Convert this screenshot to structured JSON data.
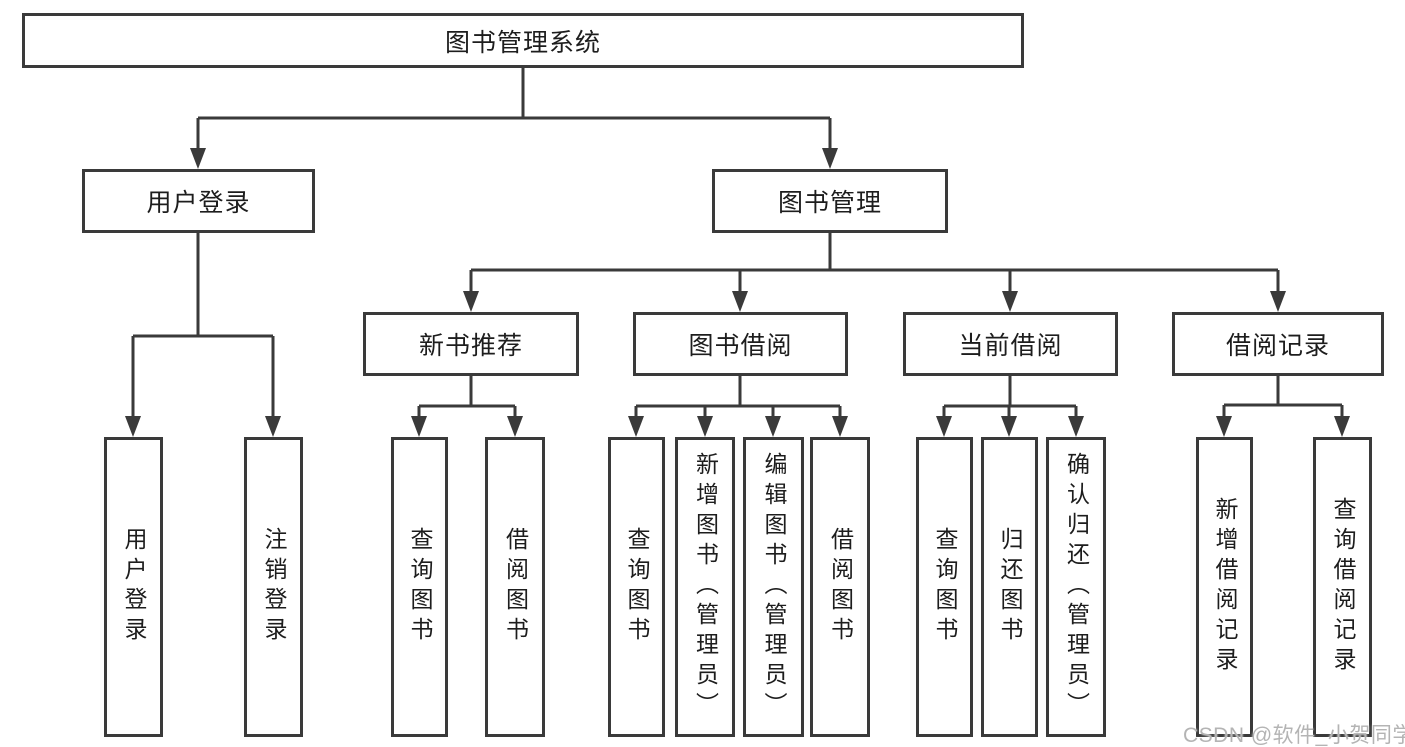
{
  "watermark": "CSDN @软件_小贺同学",
  "colors": {
    "line": "#3a3a3a",
    "box_border": "#3a3a3a",
    "box_bg": "#ffffff",
    "text": "#1d1d1d",
    "watermark": "#b4b4b4"
  },
  "tree": {
    "root": {
      "label": "图书管理系统"
    },
    "branches": [
      {
        "label": "用户登录",
        "leaves": [
          {
            "label": "用户登录"
          },
          {
            "label": "注销登录"
          }
        ]
      },
      {
        "label": "图书管理",
        "groups": [
          {
            "label": "新书推荐",
            "leaves": [
              {
                "label": "查询图书"
              },
              {
                "label": "借阅图书"
              }
            ]
          },
          {
            "label": "图书借阅",
            "leaves": [
              {
                "label": "查询图书"
              },
              {
                "label": "新增图书（管理员）"
              },
              {
                "label": "编辑图书（管理员）"
              },
              {
                "label": "借阅图书"
              }
            ]
          },
          {
            "label": "当前借阅",
            "leaves": [
              {
                "label": "查询图书"
              },
              {
                "label": "归还图书"
              },
              {
                "label": "确认归还（管理员）"
              }
            ]
          },
          {
            "label": "借阅记录",
            "leaves": [
              {
                "label": "新增借阅记录"
              },
              {
                "label": "查询借阅记录"
              }
            ]
          }
        ]
      }
    ]
  }
}
